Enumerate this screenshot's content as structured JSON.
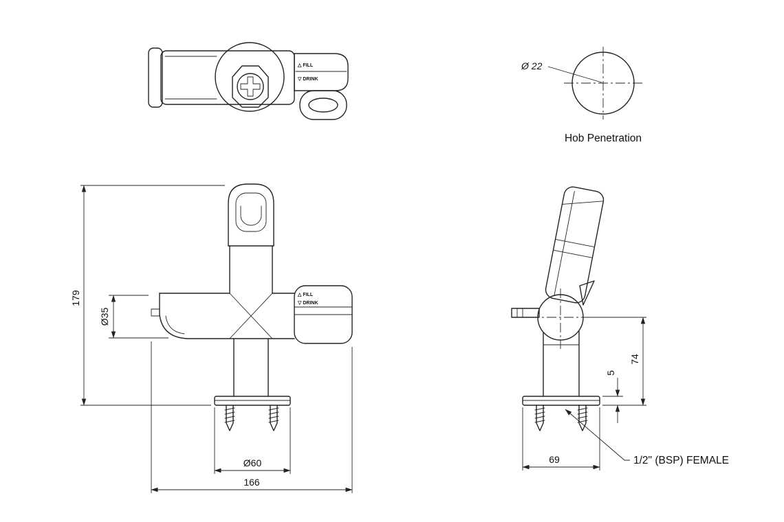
{
  "drawing": {
    "hob_diameter": "Ø 22",
    "caption_hob": "Hob Penetration",
    "front": {
      "overall_height": "179",
      "outlet_diameter": "Ø35",
      "flange_diameter": "Ø60",
      "overall_width": "166"
    },
    "side": {
      "body_height": "74",
      "flange_thickness": "5",
      "flange_width": "69",
      "thread_note": "1/2\" (BSP) FEMALE"
    },
    "lever": {
      "fill_label": "△ FILL",
      "drink_label": "▽ DRINK"
    }
  }
}
